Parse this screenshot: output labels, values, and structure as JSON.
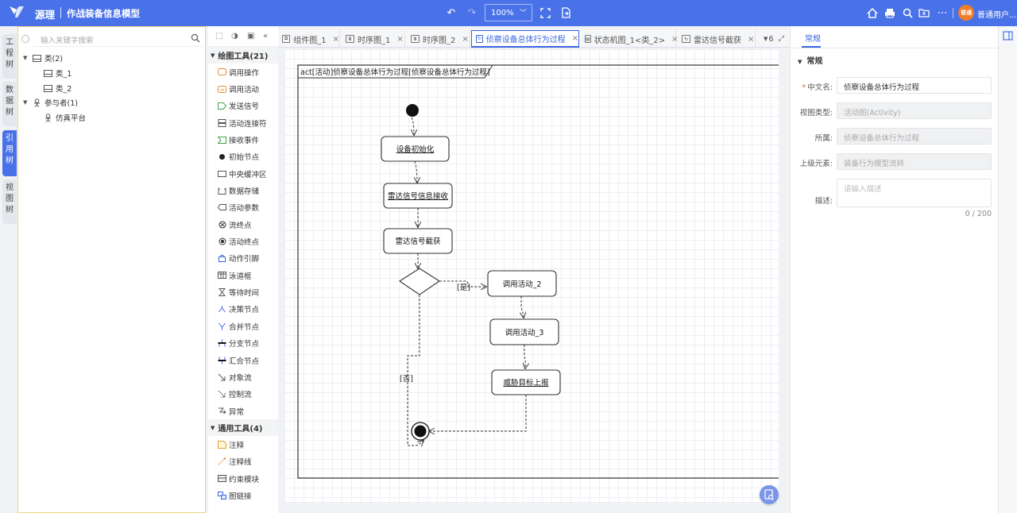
{
  "header": {
    "app_name": "源理",
    "project_name": "作战装备信息模型",
    "zoom": "100%",
    "user_badge": "普通",
    "user_name": "普通用户..."
  },
  "left_tabs": [
    "工程树",
    "数据树",
    "引用树",
    "视图树"
  ],
  "tree": {
    "search_placeholder": "输入关键字搜索",
    "nodes": [
      {
        "label": "类(2)"
      },
      {
        "label": "类_1"
      },
      {
        "label": "类_2"
      },
      {
        "label": "参与者(1)"
      },
      {
        "label": "仿真平台"
      }
    ]
  },
  "toolbox": {
    "group1": "绘图工具(21)",
    "tools1": [
      "调用操作",
      "调用活动",
      "发送信号",
      "活动连接符",
      "接收事件",
      "初始节点",
      "中央缓冲区",
      "数据存储",
      "活动参数",
      "流终点",
      "活动终点",
      "动作引脚",
      "泳道框",
      "等待时间",
      "决策节点",
      "合并节点",
      "分支节点",
      "汇合节点",
      "对象流",
      "控制流",
      "异常"
    ],
    "group2": "通用工具(4)",
    "tools2": [
      "注释",
      "注释线",
      "约束模块",
      "图链接"
    ]
  },
  "tabs": [
    {
      "label": "组件图_1"
    },
    {
      "label": "时序图_1"
    },
    {
      "label": "时序图_2"
    },
    {
      "label": "侦察设备总体行为过程"
    },
    {
      "label": "状态机图_1<类_2>"
    },
    {
      "label": "雷达信号截获"
    }
  ],
  "tabs_overflow": "6",
  "diagram": {
    "frame_title": "act[活动]侦察设备总体行为过程[侦察设备总体行为过程]",
    "nodes": {
      "init": "设备初始化",
      "radar_recv": "雷达信号信息接收",
      "radar_capture": "雷达信号截获",
      "call2": "调用活动_2",
      "call3": "调用活动_3",
      "report": "威胁目标上报"
    },
    "guard_yes": "[是]",
    "guard_no": "[否]"
  },
  "properties": {
    "tab": "常规",
    "section": "常规",
    "name_label": "中文名:",
    "name_value": "侦察设备总体行为过程",
    "view_type_label": "视图类型:",
    "view_type_value": "活动图(Activity)",
    "owner_label": "所属:",
    "owner_value": "侦察设备总体行为过程",
    "parent_label": "上级元素:",
    "parent_value": "装备行为模型流转",
    "desc_label": "描述:",
    "desc_placeholder": "请输入描述",
    "desc_count": "0 / 200"
  }
}
